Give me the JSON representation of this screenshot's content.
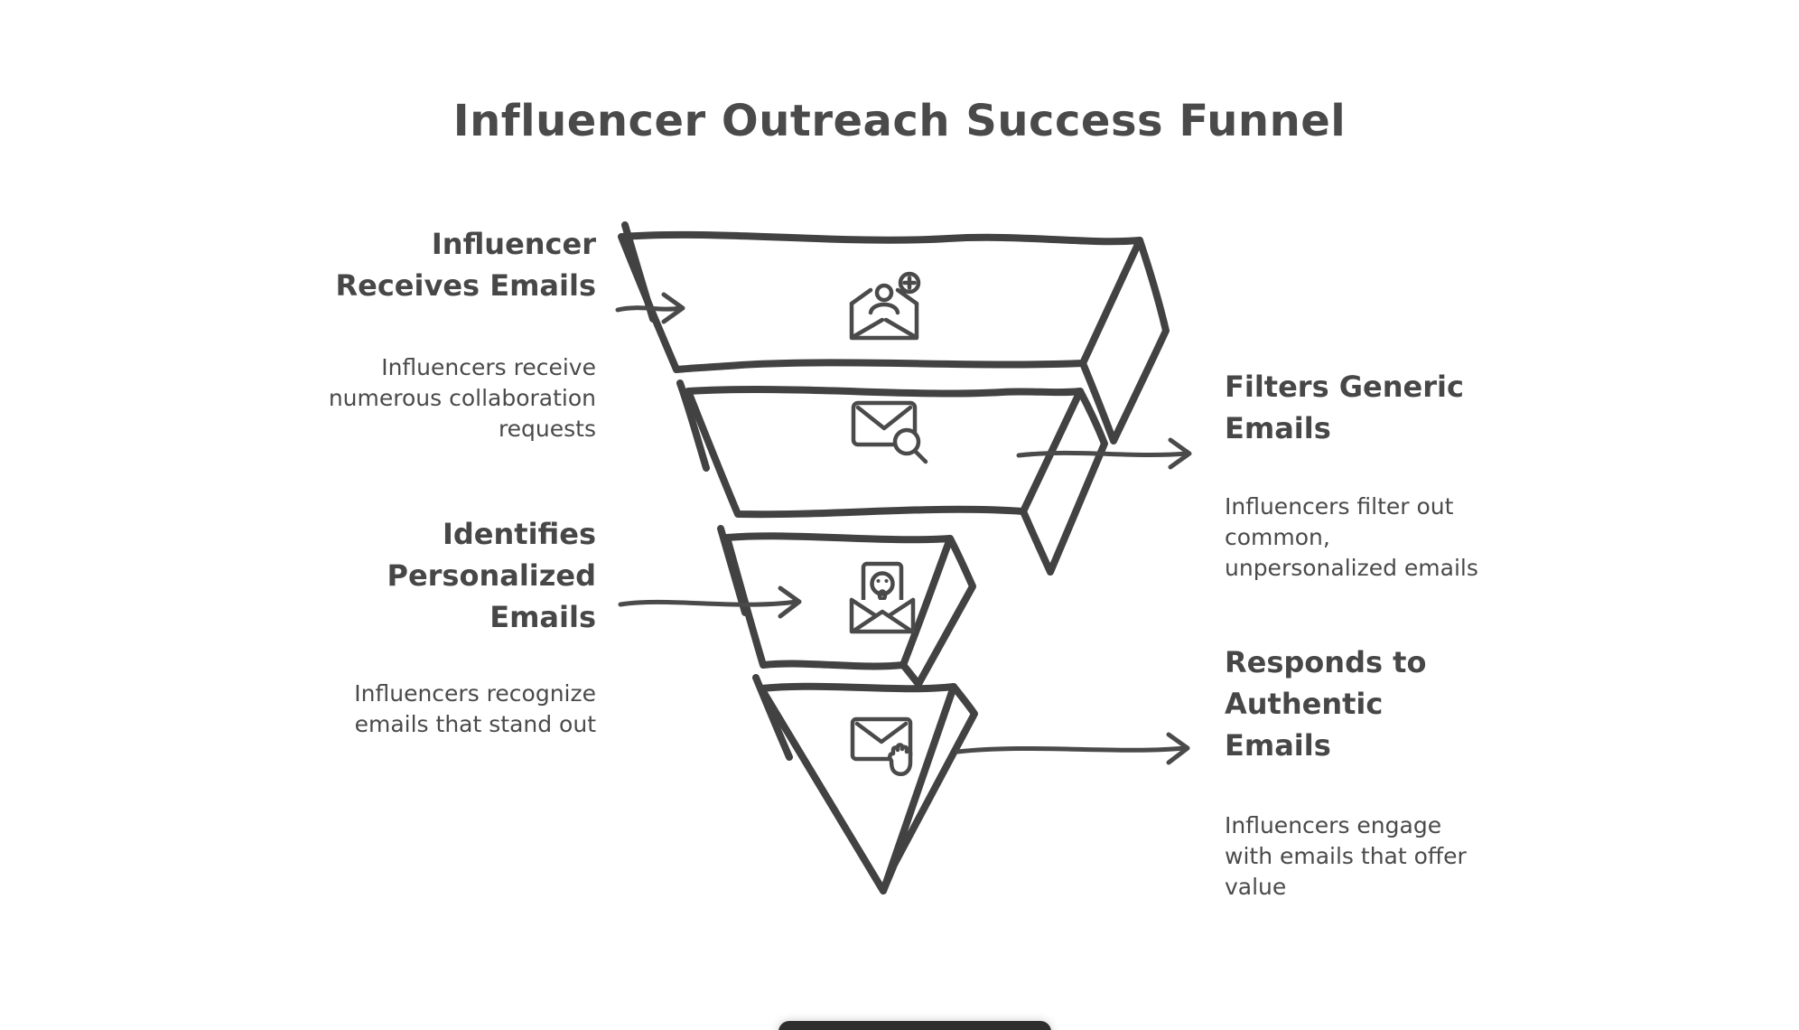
{
  "page": {
    "background": "#ffffff"
  },
  "title": "Influencer Outreach Success Funnel",
  "colors": {
    "ink": "#424242",
    "heading_text": "#474747",
    "body_text": "#4a4a4a",
    "watermark_bg": "#2e2e2e"
  },
  "funnel": {
    "style": "hand-drawn inverted 4-tier funnel with 3D right side panels",
    "stages": [
      {
        "order": 1,
        "name": "Influencer Receives Emails",
        "icon": "email-user-add-icon"
      },
      {
        "order": 2,
        "name": "Filters Generic Emails",
        "icon": "email-search-icon"
      },
      {
        "order": 3,
        "name": "Identifies Personalized Emails",
        "icon": "email-open-letter-icon"
      },
      {
        "order": 4,
        "name": "Responds to Authentic Emails",
        "icon": "email-click-icon"
      }
    ]
  },
  "labels": {
    "left_top": {
      "heading": "Influencer\nReceives Emails",
      "description": "Influencers receive\nnumerous collaboration\nrequests"
    },
    "right_top": {
      "heading": "Filters Generic\nEmails",
      "description": "Influencers filter out\ncommon,\nunpersonalized emails"
    },
    "left_bottom": {
      "heading": "Identifies\nPersonalized\nEmails",
      "description": "Influencers recognize\nemails that stand out"
    },
    "right_bottom": {
      "heading": "Responds to\nAuthentic\nEmails",
      "description": "Influencers engage\nwith emails that offer\nvalue"
    }
  }
}
